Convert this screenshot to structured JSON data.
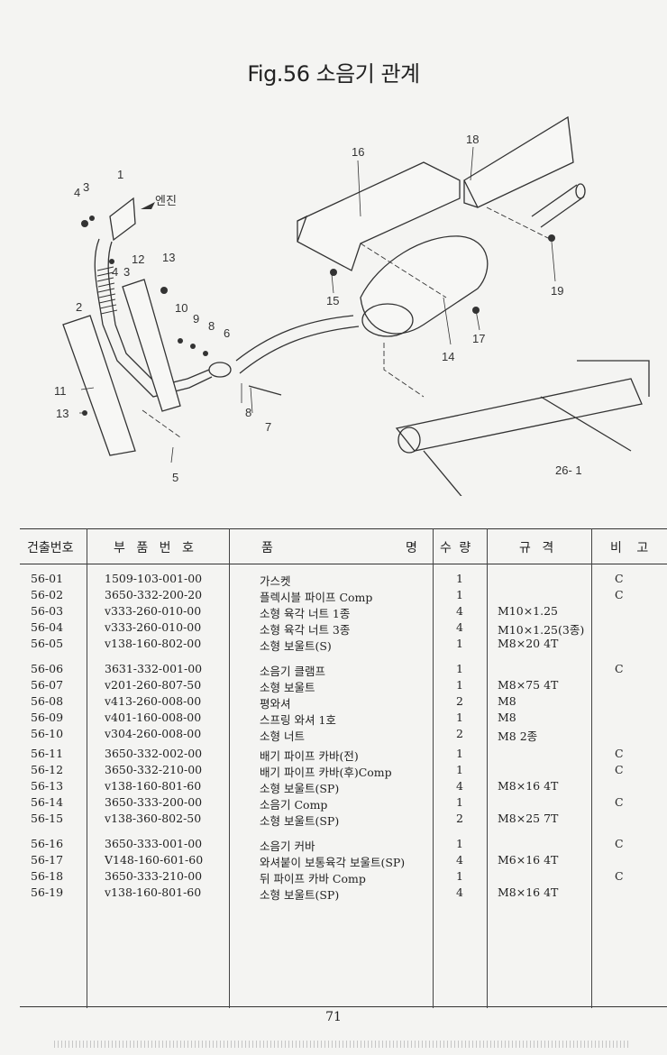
{
  "title": "Fig.56 소음기 관계",
  "diagram": {
    "engine_label": "엔진",
    "callouts": [
      "1",
      "2",
      "3",
      "3",
      "4",
      "4",
      "5",
      "6",
      "7",
      "8",
      "8",
      "9",
      "10",
      "11",
      "12",
      "13",
      "13",
      "14",
      "15",
      "16",
      "17",
      "18",
      "19",
      "26- 1"
    ]
  },
  "table": {
    "headers": [
      "건출번호",
      "부 품 번 호",
      "품",
      "명",
      "수 량",
      "규 격",
      "비 고"
    ],
    "groups": [
      [
        {
          "no": "56-01",
          "part": "1509-103-001-00",
          "name": "가스켓",
          "qty": "1",
          "spec": "",
          "note": "C"
        },
        {
          "no": "56-02",
          "part": "3650-332-200-20",
          "name": "플렉시블 파이프 Comp",
          "qty": "1",
          "spec": "",
          "note": "C"
        },
        {
          "no": "56-03",
          "part": "v333-260-010-00",
          "name": "소형 육각 너트 1종",
          "qty": "4",
          "spec": "M10×1.25",
          "note": ""
        },
        {
          "no": "56-04",
          "part": "v333-260-010-00",
          "name": "소형 육각 너트 3종",
          "qty": "4",
          "spec": "M10×1.25(3종)",
          "note": ""
        },
        {
          "no": "56-05",
          "part": "v138-160-802-00",
          "name": "소형 보울트(S)",
          "qty": "1",
          "spec": "M8×20 4T",
          "note": ""
        }
      ],
      [
        {
          "no": "56-06",
          "part": "3631-332-001-00",
          "name": "소음기 클램프",
          "qty": "1",
          "spec": "",
          "note": "C"
        },
        {
          "no": "56-07",
          "part": "v201-260-807-50",
          "name": "소형 보울트",
          "qty": "1",
          "spec": "M8×75 4T",
          "note": ""
        },
        {
          "no": "56-08",
          "part": "v413-260-008-00",
          "name": "평와셔",
          "qty": "2",
          "spec": "M8",
          "note": ""
        },
        {
          "no": "56-09",
          "part": "v401-160-008-00",
          "name": "스프링 와셔 1호",
          "qty": "1",
          "spec": "M8",
          "note": ""
        },
        {
          "no": "56-10",
          "part": "v304-260-008-00",
          "name": "소형 너트",
          "qty": "2",
          "spec": "M8 2종",
          "note": ""
        }
      ],
      [
        {
          "no": "56-11",
          "part": "3650-332-002-00",
          "name": "배기 파이프 카바(전)",
          "qty": "1",
          "spec": "",
          "note": "C"
        },
        {
          "no": "56-12",
          "part": "3650-332-210-00",
          "name": "배기 파이프 카바(후)Comp",
          "qty": "1",
          "spec": "",
          "note": "C"
        },
        {
          "no": "56-13",
          "part": "v138-160-801-60",
          "name": "소형 보울트(SP)",
          "qty": "4",
          "spec": "M8×16 4T",
          "note": ""
        },
        {
          "no": "56-14",
          "part": "3650-333-200-00",
          "name": "소음기 Comp",
          "qty": "1",
          "spec": "",
          "note": "C"
        },
        {
          "no": "56-15",
          "part": "v138-360-802-50",
          "name": "소형 보울트(SP)",
          "qty": "2",
          "spec": "M8×25 7T",
          "note": ""
        }
      ],
      [
        {
          "no": "56-16",
          "part": "3650-333-001-00",
          "name": "소음기 커바",
          "qty": "1",
          "spec": "",
          "note": "C"
        },
        {
          "no": "56-17",
          "part": "V148-160-601-60",
          "name": "와셔붙이 보통육각 보울트(SP)",
          "qty": "4",
          "spec": "M6×16 4T",
          "note": ""
        },
        {
          "no": "56-18",
          "part": "3650-333-210-00",
          "name": "뒤 파이프 카바 Comp",
          "qty": "1",
          "spec": "",
          "note": "C"
        },
        {
          "no": "56-19",
          "part": "v138-160-801-60",
          "name": "소형 보울트(SP)",
          "qty": "4",
          "spec": "M8×16 4T",
          "note": ""
        }
      ]
    ]
  },
  "page_number": "71"
}
